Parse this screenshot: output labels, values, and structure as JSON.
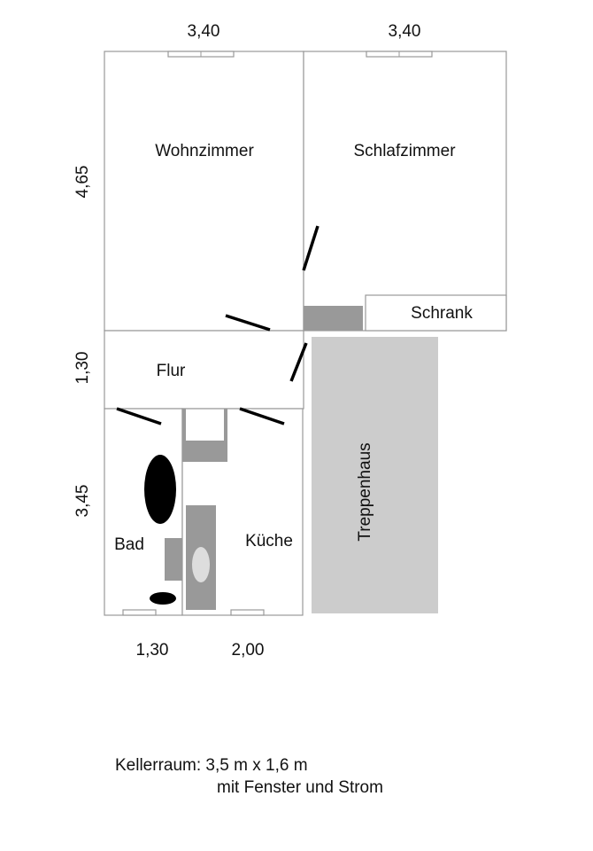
{
  "rooms": {
    "wohnzimmer": "Wohnzimmer",
    "schlafzimmer": "Schlafzimmer",
    "schrank": "Schrank",
    "flur": "Flur",
    "bad": "Bad",
    "kueche": "Küche",
    "treppenhaus": "Treppenhaus"
  },
  "dimensions": {
    "top_left_width": "3,40",
    "top_right_width": "3,40",
    "upper_height": "4,65",
    "flur_height": "1,30",
    "lower_height": "3,45",
    "bad_width": "1,30",
    "kueche_width": "2,00"
  },
  "note": {
    "line1": "Kellerraum: 3,5 m x 1,6 m",
    "line2": "mit Fenster und Strom"
  },
  "colors": {
    "wall": "#999999",
    "furniture": "#999999",
    "stairwell": "#cccccc",
    "fixture": "#000000"
  }
}
